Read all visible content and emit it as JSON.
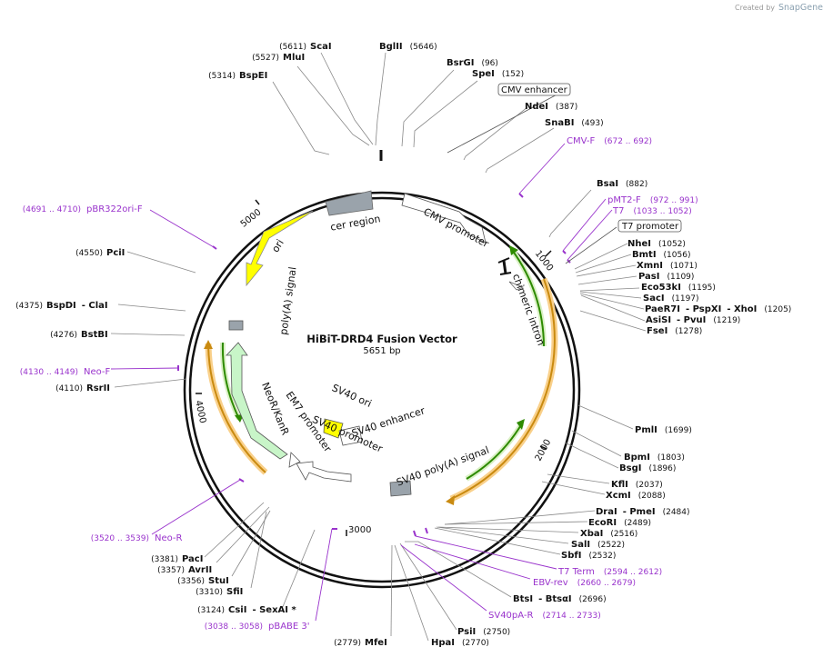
{
  "map": {
    "title": "HiBiT-DRD4 Fusion Vector",
    "length_label": "5651 bp",
    "length_bp": 5651,
    "credit_prefix": "Created by",
    "credit_brand": "SnapGene"
  },
  "ticks": [
    "1000",
    "2000",
    "3000",
    "4000",
    "5000"
  ],
  "enzymes": [
    {
      "id": "scai",
      "name": "ScaI",
      "pos": "(5611)",
      "side": "L"
    },
    {
      "id": "mlui",
      "name": "MluI",
      "pos": "(5527)",
      "side": "L"
    },
    {
      "id": "bspei",
      "name": "BspEI",
      "pos": "(5314)",
      "side": "L"
    },
    {
      "id": "bglii",
      "name": "BglII",
      "pos": "(5646)",
      "side": "R"
    },
    {
      "id": "bsrgi",
      "name": "BsrGI",
      "pos": "(96)",
      "side": "R"
    },
    {
      "id": "spei",
      "name": "SpeI",
      "pos": "(152)",
      "side": "R"
    },
    {
      "id": "ndei",
      "name": "NdeI",
      "pos": "(387)",
      "side": "R"
    },
    {
      "id": "snabi",
      "name": "SnaBI",
      "pos": "(493)",
      "side": "R"
    },
    {
      "id": "bsai",
      "name": "BsaI",
      "pos": "(882)",
      "side": "R"
    },
    {
      "id": "ncoi",
      "name": "NheI",
      "pos": "(1052)",
      "side": "R"
    },
    {
      "id": "bmti",
      "name": "BmtI",
      "pos": "(1056)",
      "side": "R"
    },
    {
      "id": "xmni",
      "name": "XmnI",
      "pos": "(1071)",
      "side": "R"
    },
    {
      "id": "pasi",
      "name": "PasI",
      "pos": "(1109)",
      "side": "R"
    },
    {
      "id": "eco53ki",
      "name": "Eco53kI",
      "pos": "(1195)",
      "side": "R"
    },
    {
      "id": "saci",
      "name": "SacI",
      "pos": "(1197)",
      "side": "R"
    },
    {
      "id": "paer7i",
      "name": "PaeR7I",
      "extra1": "- PspXI",
      "extra2": "- XhoI",
      "pos": "(1205)",
      "side": "R"
    },
    {
      "id": "asisi",
      "name": "AsiSI",
      "extra1": "- PvuI",
      "pos": "(1219)",
      "side": "R"
    },
    {
      "id": "fsei",
      "name": "FseI",
      "pos": "(1278)",
      "side": "R"
    },
    {
      "id": "pmli",
      "name": "PmlI",
      "pos": "(1699)",
      "side": "R"
    },
    {
      "id": "bpmi",
      "name": "BpmI",
      "pos": "(1803)",
      "side": "R"
    },
    {
      "id": "bsgi",
      "name": "BsgI",
      "pos": "(1896)",
      "side": "R"
    },
    {
      "id": "kfli",
      "name": "KflI",
      "pos": "(2037)",
      "side": "R"
    },
    {
      "id": "xcmi",
      "name": "XcmI",
      "pos": "(2088)",
      "side": "R"
    },
    {
      "id": "drai",
      "name": "DraI",
      "extra1": "- PmeI",
      "pos": "(2484)",
      "side": "R"
    },
    {
      "id": "ecori",
      "name": "EcoRI",
      "pos": "(2489)",
      "side": "R"
    },
    {
      "id": "xbai",
      "name": "XbaI",
      "pos": "(2516)",
      "side": "R"
    },
    {
      "id": "sali",
      "name": "SalI",
      "pos": "(2522)",
      "side": "R"
    },
    {
      "id": "sbfi",
      "name": "SbfI",
      "pos": "(2532)",
      "side": "R"
    },
    {
      "id": "bstsi",
      "name": "BtsI",
      "extra1": "- BtsαI",
      "pos": "(2696)",
      "side": "R"
    },
    {
      "id": "psii",
      "name": "PsiI",
      "pos": "(2750)",
      "side": "R"
    },
    {
      "id": "hpai",
      "name": "HpaI",
      "pos": "(2770)",
      "side": "R"
    },
    {
      "id": "mfei",
      "name": "MfeI",
      "pos": "(2779)",
      "side": "L"
    },
    {
      "id": "csii",
      "name": "CsiI",
      "extra1": "- SexAI *",
      "pos": "(3124)",
      "side": "L"
    },
    {
      "id": "sfii",
      "name": "SfiI",
      "pos": "(3310)",
      "side": "L"
    },
    {
      "id": "stui",
      "name": "StuI",
      "pos": "(3356)",
      "side": "L"
    },
    {
      "id": "avrii",
      "name": "AvrII",
      "pos": "(3357)",
      "side": "L"
    },
    {
      "id": "paci",
      "name": "PacI",
      "pos": "(3381)",
      "side": "L"
    },
    {
      "id": "rsrii",
      "name": "RsrII",
      "pos": "(4110)",
      "side": "L"
    },
    {
      "id": "bstbi",
      "name": "BstBI",
      "pos": "(4276)",
      "side": "L"
    },
    {
      "id": "bspdi",
      "name": "BspDI",
      "extra1": "- ClaI",
      "pos": "(4375)",
      "side": "L"
    },
    {
      "id": "pcii",
      "name": "PciI",
      "pos": "(4550)",
      "side": "L"
    }
  ],
  "primers": [
    {
      "id": "cmvf",
      "name": "CMV-F",
      "pos": "(672 .. 692)"
    },
    {
      "id": "pmt2f",
      "name": "pMT2-F",
      "pos": "(972 .. 991)"
    },
    {
      "id": "t7",
      "name": "T7",
      "pos": "(1033 .. 1052)"
    },
    {
      "id": "t7term",
      "name": "T7 Term",
      "pos": "(2594 .. 2612)"
    },
    {
      "id": "ebvrev",
      "name": "EBV-rev",
      "pos": "(2660 .. 2679)"
    },
    {
      "id": "sv40par",
      "name": "SV40pA-R",
      "pos": "(2714 .. 2733)"
    },
    {
      "id": "pbabe3",
      "name": "pBABE 3'",
      "pos": "(3038 .. 3058)"
    },
    {
      "id": "neor",
      "name": "Neo-R",
      "pos": "(3520 .. 3539)"
    },
    {
      "id": "neof",
      "name": "Neo-F",
      "pos": "(4130 .. 4149)"
    },
    {
      "id": "pbr322",
      "name": "pBR322ori-F",
      "pos": "(4691 .. 4710)"
    }
  ],
  "boxed_features": [
    {
      "id": "cmvenh",
      "label": "CMV enhancer"
    },
    {
      "id": "t7prom",
      "label": "T7 promoter"
    }
  ],
  "features": [
    {
      "id": "cer",
      "label": "cer region",
      "color": "#9aa3ab"
    },
    {
      "id": "cmvprom",
      "label": "CMV promoter",
      "color": "#ffffff"
    },
    {
      "id": "chim",
      "label": "chimeric intron",
      "color": "#ffffff"
    },
    {
      "id": "ori",
      "label": "ori",
      "color": "#ffff00"
    },
    {
      "id": "polya",
      "label": "poly(A) signal",
      "color": "#9aa3ab"
    },
    {
      "id": "neokan",
      "label": "NeoR/KanR",
      "color": "#c8f5c8"
    },
    {
      "id": "em7",
      "label": "EM7 promoter",
      "color": "#ffffff"
    },
    {
      "id": "sv40ori",
      "label": "SV40 ori",
      "color": "#ffff00"
    },
    {
      "id": "sv40enh",
      "label": "SV40 enhancer",
      "color": "#ffffff"
    },
    {
      "id": "sv40prom",
      "label": "SV40 promoter",
      "color": "#ffffff"
    },
    {
      "id": "sv40pa",
      "label": "SV40 poly(A) signal",
      "color": "#9aa3ab"
    }
  ],
  "colors": {
    "backbone": "#111111",
    "primer": "#9933cc",
    "orf_orange": "#f5a623",
    "orf_green": "#2d8a00",
    "leader": "#888888"
  }
}
